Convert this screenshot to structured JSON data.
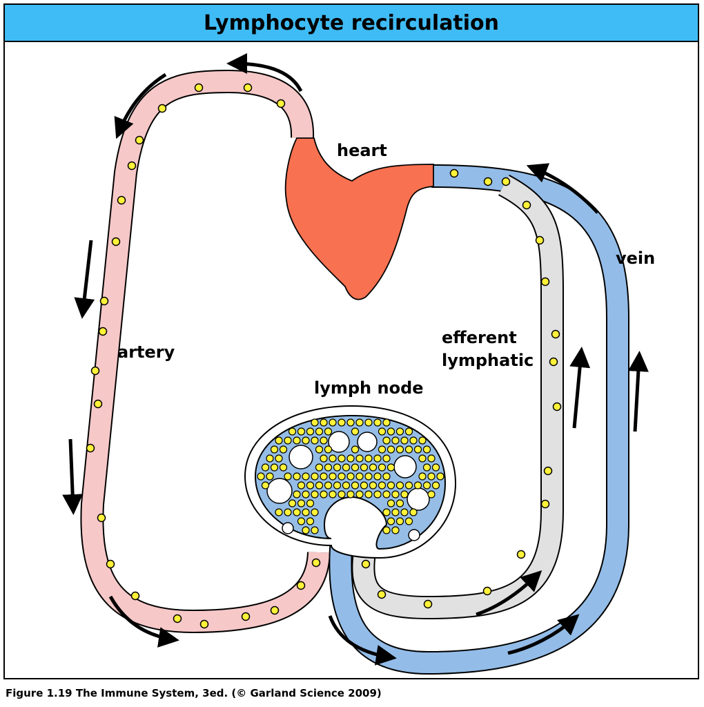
{
  "title": "Lymphocyte recirculation",
  "labels": {
    "heart": "heart",
    "vein": "vein",
    "artery": "artery",
    "efferent_line1": "efferent",
    "efferent_line2": "lymphatic",
    "lymph_node": "lymph node"
  },
  "caption": "Figure 1.19  The Immune System, 3ed. (© Garland Science 2009)",
  "colors": {
    "title_bar": "#3fbcf5",
    "artery": "#f7c8c8",
    "vein": "#93bce8",
    "lymphatic": "#e1e1e1",
    "heart": "#f87150",
    "node_tissue": "#95bde6",
    "lymphocyte": "#fff23a"
  }
}
